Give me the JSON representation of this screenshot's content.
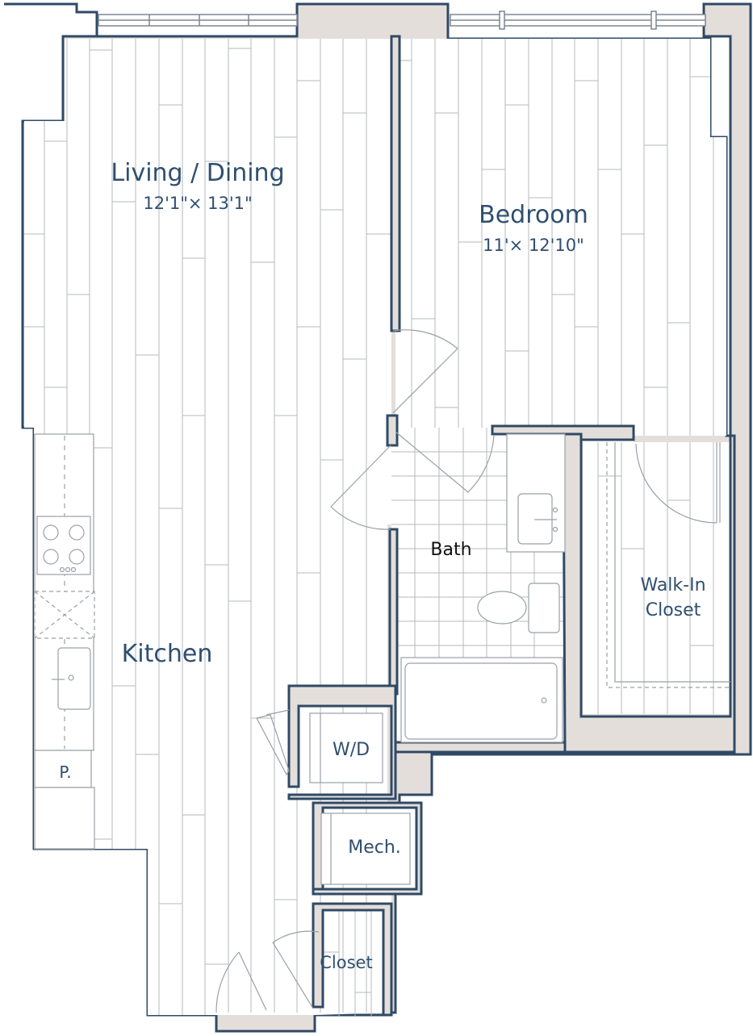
{
  "rooms": {
    "living": {
      "name": "Living / Dining",
      "dims": "12'1\"× 13'1\""
    },
    "bedroom": {
      "name": "Bedroom",
      "dims": "11'× 12'10\""
    },
    "bath": {
      "name": "Bath"
    },
    "walkin": {
      "line1": "Walk-In",
      "line2": "Closet"
    },
    "kitchen": {
      "name": "Kitchen"
    },
    "wd": {
      "name": "W/D"
    },
    "pantry": {
      "name": "P."
    },
    "mech": {
      "name": "Mech."
    },
    "closet": {
      "name": "Closet"
    }
  },
  "colors": {
    "wall": "#2f4a66",
    "wall_fill": "#e4deda",
    "fixture_line": "#9aa0a6",
    "floor_line": "#b5b8bb",
    "label": "#2f4f6f"
  }
}
